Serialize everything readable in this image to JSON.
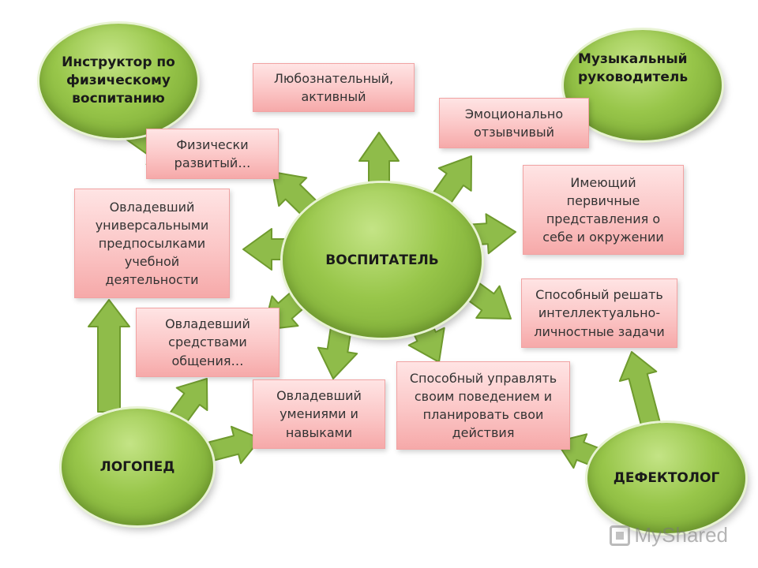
{
  "center": {
    "label": "ВОСПИТАТЕЛЬ"
  },
  "specialists": {
    "instructor": "Инструктор по\nфизическому\nвоспитанию",
    "music": "Музыкальный\nруководитель",
    "speech": "ЛОГОПЕД",
    "defect": "ДЕФЕКТОЛОГ"
  },
  "qualities": {
    "curious": "Любознательный,\nактивный",
    "physical": "Физически\nразвитый…",
    "emotional": "Эмоционально\nотзывчивый",
    "ideas": "Имеющий\nпервичные\nпредставления о\nсебе и окружении",
    "universal": "Овладевший\nуниверсальными\nпредпосылками\nучебной\nдеятельности",
    "intellect": "Способный решать\nинтеллектуально-\nличностные задачи",
    "communication": "Овладевший\nсредствами\nобщения…",
    "skills": "Овладевший\nумениями и\nнавыками",
    "behavior": "Способный управлять\nсвоим поведением и\nпланировать свои\nдействия"
  },
  "watermark": {
    "text": "MyShared"
  },
  "colors": {
    "arrow_fill": "#8fbc4a",
    "arrow_stroke": "#6f9a2e",
    "ellipse": "#98c64a",
    "box": "#fbc6c6"
  }
}
